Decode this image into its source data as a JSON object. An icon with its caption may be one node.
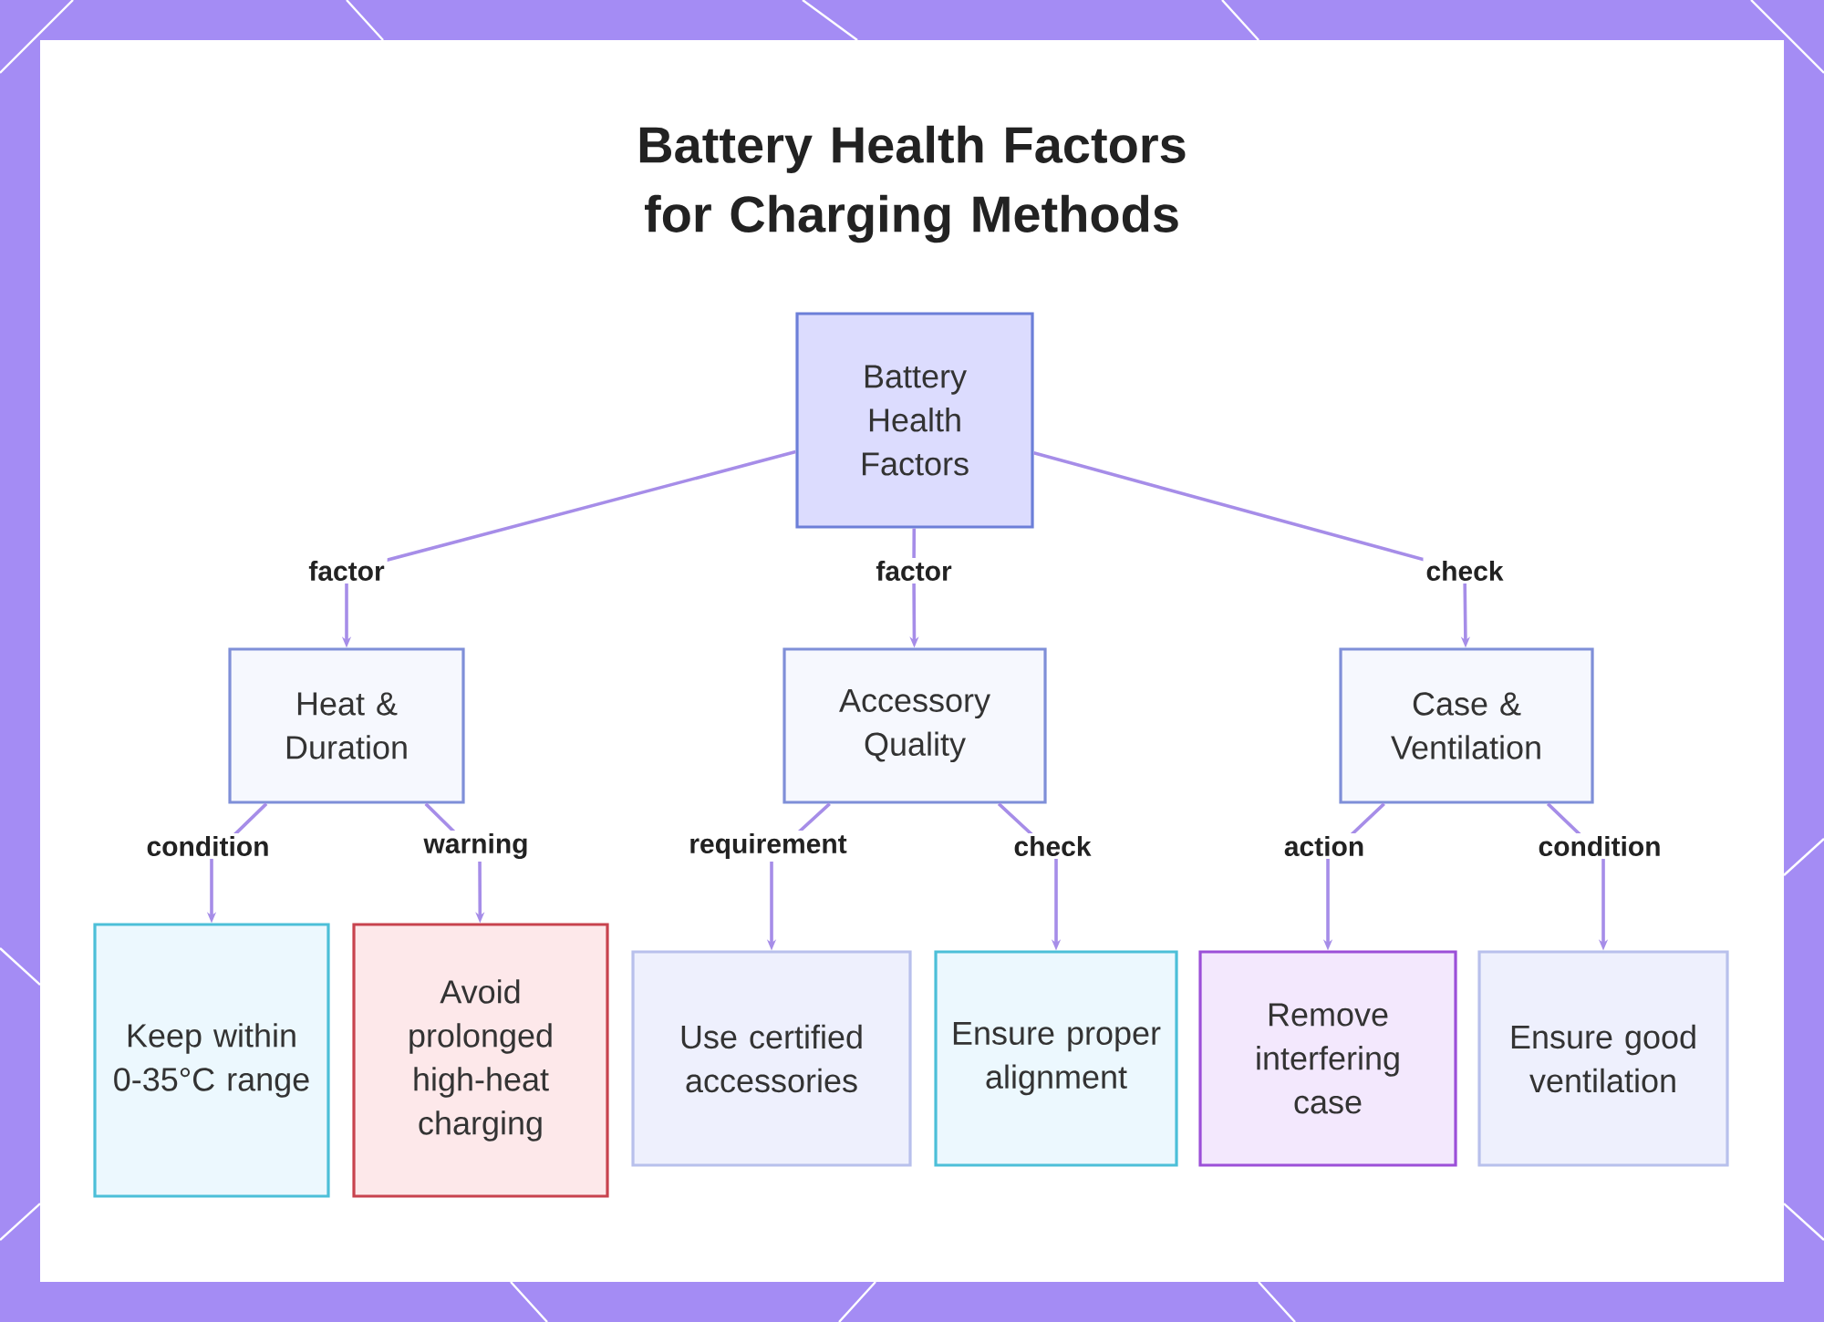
{
  "diagram": {
    "title": "Battery Health Factors for Charging Methods",
    "nodes": [
      {
        "text": [
          "Battery Health Factors"
        ]
      },
      {
        "text": [
          "Heat & Duration"
        ]
      },
      {
        "text": [
          "Accessory Quality"
        ]
      },
      {
        "text": [
          "Case & Ventilation"
        ]
      },
      {
        "text": [
          "Keep within 0-35°C range"
        ]
      },
      {
        "text": [
          "Avoid prolonged high-heat charging"
        ]
      },
      {
        "text": [
          "Use certified accessories"
        ]
      },
      {
        "text": [
          "Ensure proper alignment"
        ]
      },
      {
        "text": [
          "Remove interfering case"
        ]
      },
      {
        "text": [
          "Ensure good ventilation"
        ]
      }
    ],
    "edges": [
      {
        "from": 0,
        "to": 1,
        "arrow": "to",
        "label": "factor"
      },
      {
        "from": 0,
        "to": 2,
        "arrow": "to",
        "label": "factor"
      },
      {
        "from": 0,
        "to": 3,
        "arrow": "to",
        "label": "check"
      },
      {
        "from": 1,
        "to": 4,
        "arrow": "to",
        "label": "condition"
      },
      {
        "from": 1,
        "to": 5,
        "arrow": "to",
        "label": "warning"
      },
      {
        "from": 2,
        "to": 6,
        "arrow": "to",
        "label": "requirement"
      },
      {
        "from": 2,
        "to": 7,
        "arrow": "to",
        "label": "check"
      },
      {
        "from": 3,
        "to": 8,
        "arrow": "to",
        "label": "action"
      },
      {
        "from": 3,
        "to": 9,
        "arrow": "to",
        "label": "condition"
      }
    ]
  }
}
